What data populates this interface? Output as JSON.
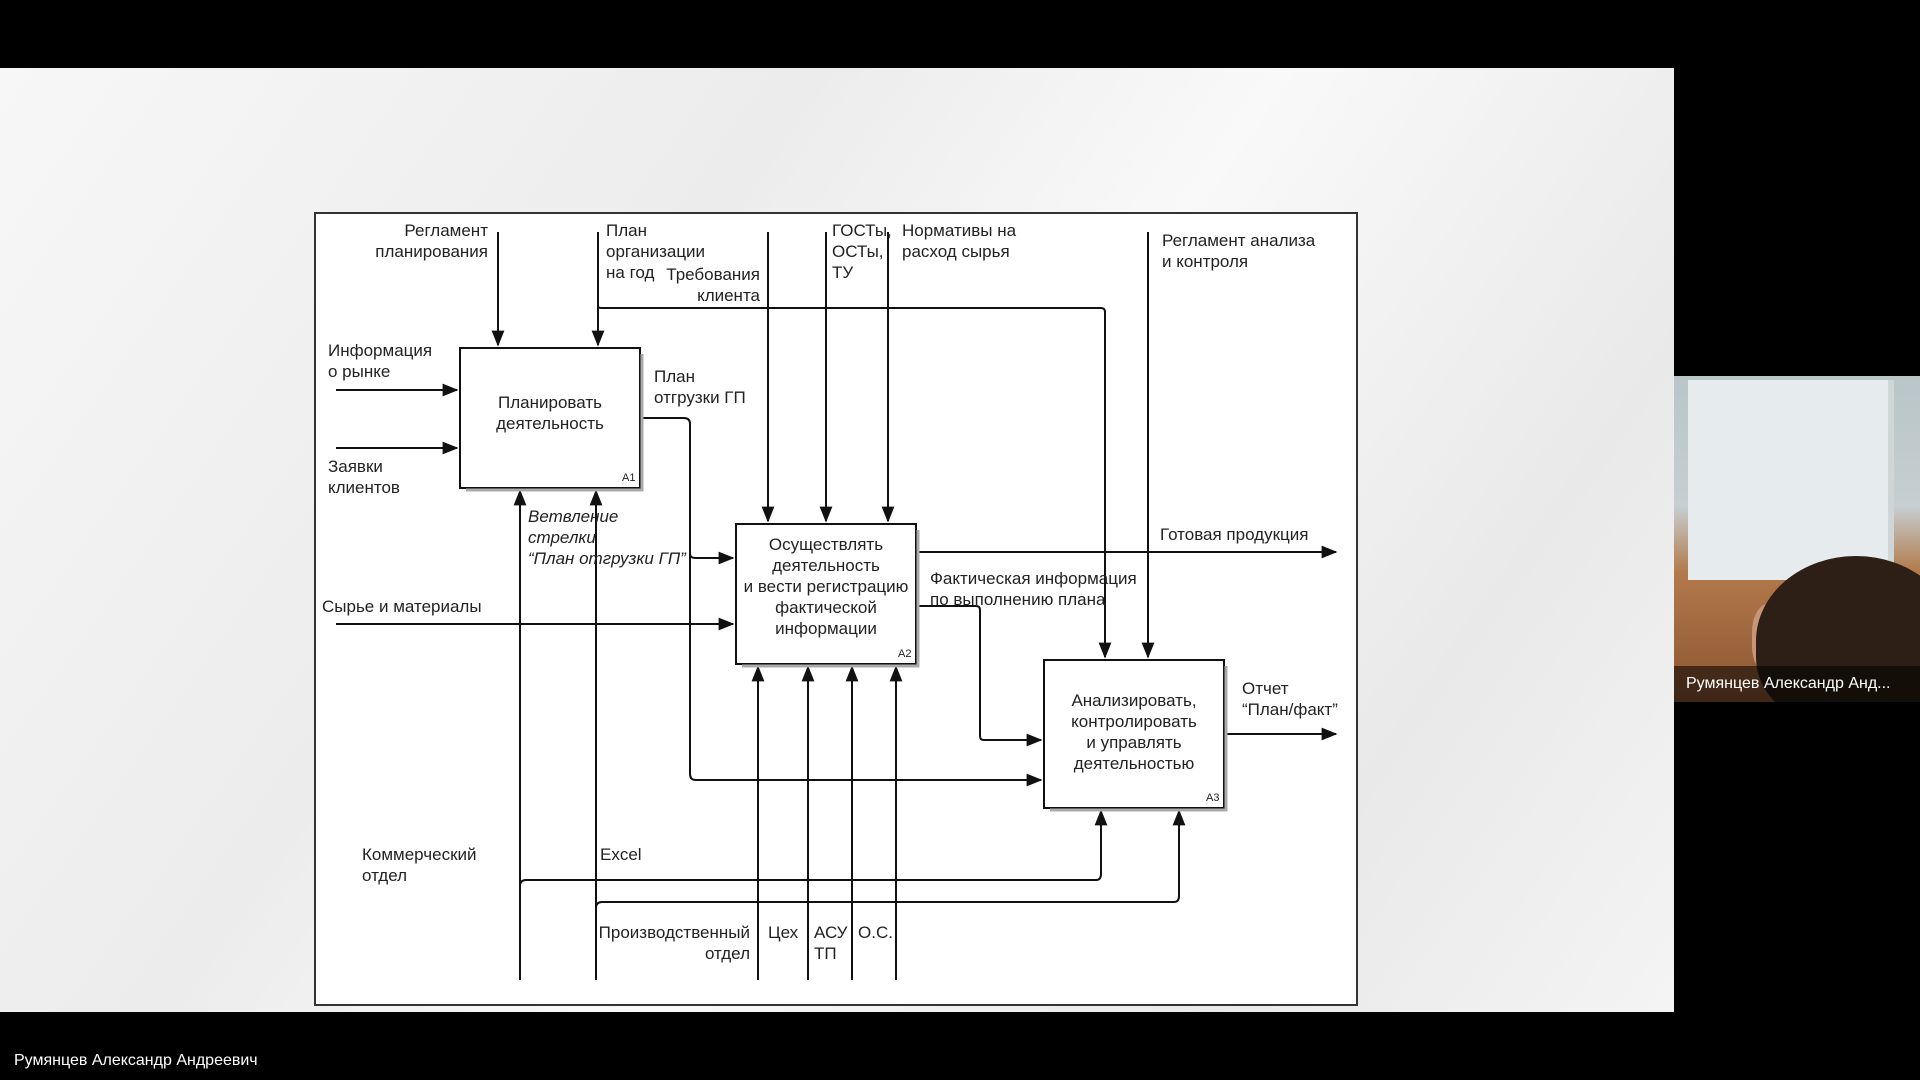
{
  "diagram": {
    "boxes": [
      {
        "title": "Планировать\nдеятельность",
        "id": "A1"
      },
      {
        "title": "Осуществлять\nдеятельность\nи вести регистрацию\nфактической\nинформации",
        "id": "A2"
      },
      {
        "title": "Анализировать,\nконтролировать\nи управлять\nдеятельностью",
        "id": "A3"
      }
    ],
    "controls": {
      "reglament_planirovaniya": "Регламент\nпланирования",
      "plan_organizatsii": "План\nорганизации\nна год",
      "trebovaniya_klienta": "Требования\nклиента",
      "gosty": "ГОСТы,\nОСТы,\nТУ",
      "normativy": "Нормативы на\nрасход сырья",
      "reglament_analiza": "Регламент анализа\nи контроля"
    },
    "inputs": {
      "info_rynok": "Информация\nо рынке",
      "zayavki": "Заявки\nклиентов",
      "syrye": "Сырье и материалы"
    },
    "outputs": {
      "plan_otgruzki": "План\nотгрузки ГП",
      "gotovaya_produktsiya": "Готовая продукция",
      "fakticheskaya_info": "Фактическая информация\nпо выполнению плана",
      "otchet": "Отчет\n“План/факт”"
    },
    "mechanisms": {
      "kommercheskiy": "Коммерческий\nотдел",
      "excel": "Excel",
      "proizvodstvenny": "Производственный\nотдел",
      "tsekh": "Цех",
      "asu": "АСУ\nТП",
      "os": "О.С."
    },
    "note": "Ветвление\nстрелки\n“План отгрузки ГП”"
  },
  "webcam": {
    "participant_name": "Румянцев Александр Анд..."
  },
  "presenter": {
    "name": "Румянцев Александр Андреевич"
  }
}
